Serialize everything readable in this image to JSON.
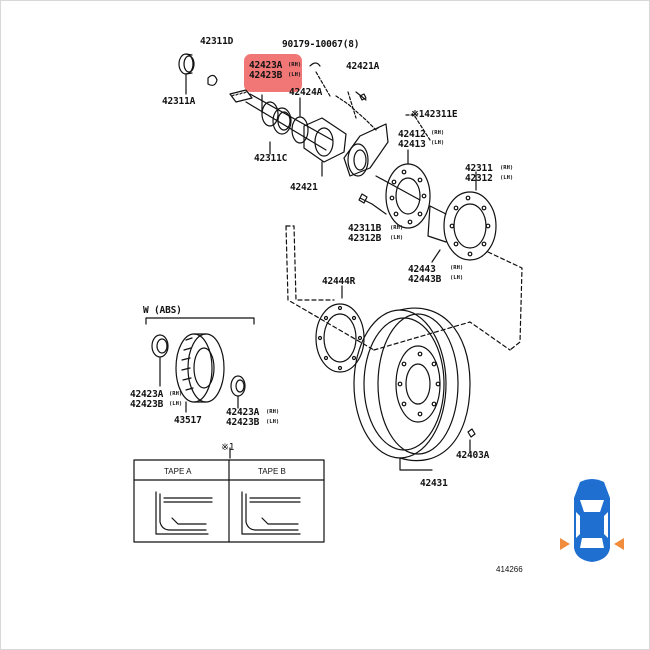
{
  "highlight_color": "#ec4646",
  "car_icon_color": "#1f6fd1",
  "wheel_marker_color": "#f08c3c",
  "labels": {
    "p42311D": "42311D",
    "p90179": "90179-10067(8)",
    "p42423A": "42423A",
    "p42423B": "42423B",
    "p42421A": "42421A",
    "p42311A": "42311A",
    "p42424A": "42424A",
    "p42311E": "※142311E",
    "p42311C": "42311C",
    "p42412": "42412",
    "p42413": "42413",
    "p42421": "42421",
    "p42311": "42311",
    "p42312": "42312",
    "p42311B": "42311B",
    "p42312B": "42312B",
    "p42443": "42443",
    "p42443B": "42443B",
    "p42444R": "42444R",
    "w_abs": "W (ABS)",
    "p42423A_2": "42423A",
    "p42423B_2": "42423B",
    "p43517": "43517",
    "p42423A_3": "42423A",
    "p42423B_3": "42423B",
    "p42403A": "42403A",
    "p42431": "42431",
    "note_mark": "※1",
    "diagram_ref": "414266"
  },
  "suffixes": {
    "rh": "(RH)",
    "lh": "(LH)"
  },
  "tape_table": {
    "col_a": "TAPE A",
    "col_b": "TAPE B"
  }
}
